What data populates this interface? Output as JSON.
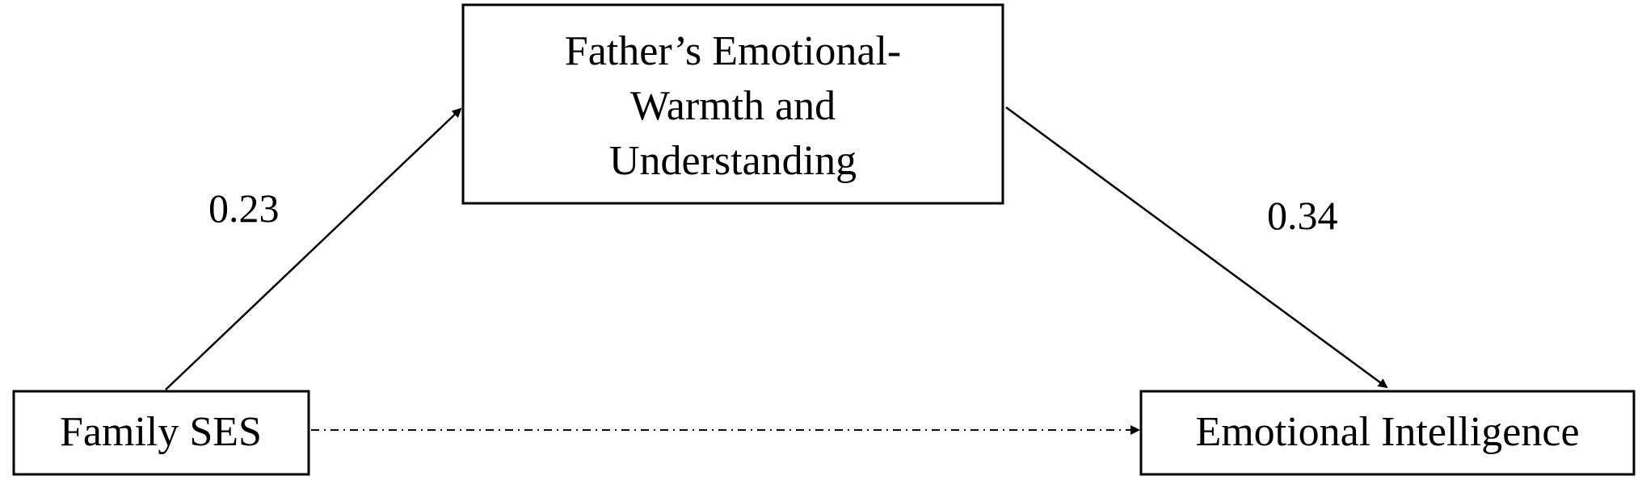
{
  "diagram": {
    "nodes": {
      "mediator": {
        "lines": [
          "Father’s Emotional-",
          "Warmth and",
          "Understanding"
        ]
      },
      "predictor": {
        "label": "Family SES"
      },
      "outcome": {
        "label": "Emotional Intelligence"
      }
    },
    "paths": {
      "a_path": {
        "coefficient": "0.23",
        "style": "solid"
      },
      "b_path": {
        "coefficient": "0.34",
        "style": "solid"
      },
      "c_prime_path": {
        "style": "dashed"
      }
    }
  }
}
